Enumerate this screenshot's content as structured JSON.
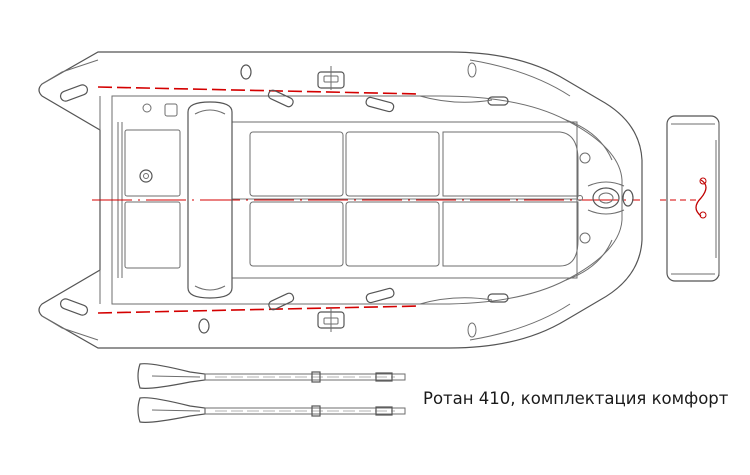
{
  "caption": "Ротан 410, комплектация комфорт",
  "colors": {
    "outline": "#6e6e6e",
    "hull_fill": "#f2f2f2",
    "floor_fill": "#e7e7e7",
    "accent_red": "#d40000",
    "background": "#ffffff"
  },
  "parts": [
    "hull",
    "transom",
    "seat",
    "floor-panels",
    "bow-locker",
    "side-handles",
    "oarlocks",
    "towing-eye",
    "keel-roll",
    "side-view",
    "oars"
  ]
}
